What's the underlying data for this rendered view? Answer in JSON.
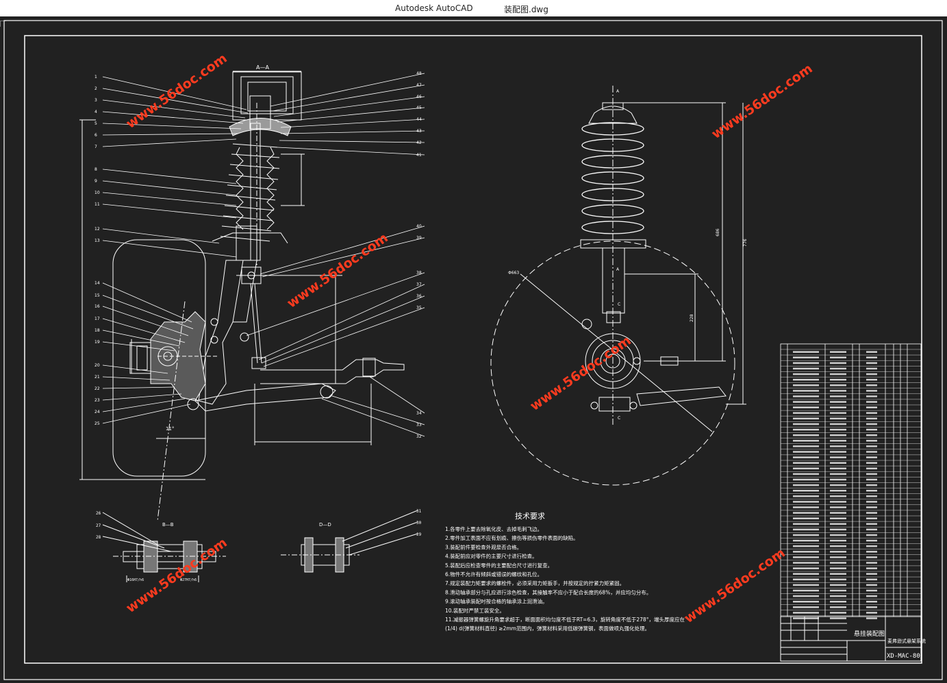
{
  "window": {
    "app_title": "Autodesk AutoCAD",
    "document_title": "装配图.dwg"
  },
  "colors": {
    "background": "#212121",
    "line": "#ffffff",
    "watermark": "#ff3b1f"
  },
  "watermark": "www.56doc.com",
  "tech_requirements": {
    "heading": "技术要求",
    "items": [
      "1.各零件上要去除氧化皮、去掉毛刺飞边。",
      "2.零件加工表面不应有划痕、擦伤等损伤零件表面的缺陷。",
      "3.装配前件要检查外观是否合格。",
      "4.装配前应对零件的主要尺寸进行检查。",
      "5.装配后应检查零件的主要配合尺寸进行复查。",
      "6.物件不允许有倾斜或错误的螺纹和孔位。",
      "7.规定装配力矩要求的螺栓件，必须采用力矩扳手，并按规定的拧紧力矩紧固。",
      "8.滑动轴承部分与孔应进行涂色检查，其接触率不应小于配合长度的68%，并应均匀分布。",
      "9.滚动轴承装配时按合格的轴承涂上润滑油。",
      "10.装配时严禁工装安全。",
      "11.减振器弹簧螺旋升角要求超于，断面面积均匀度不低于RT=6.3，旋转角度不低于278°，端头厚度应在",
      "(1/4) d(弹簧材料直径) ≥2mm范围内，弹簧材料采用低碳弹簧钢，表面做喷丸强化处理。"
    ]
  },
  "title_block": {
    "part_name": "悬挂装配图",
    "design_title": "麦弗逊式悬架系统",
    "drawing_no": "XD-MAC-80"
  },
  "section_labels": [
    "A—A",
    "B—B",
    "D—D"
  ],
  "balloons_left": [
    "1",
    "2",
    "3",
    "4",
    "5",
    "6",
    "7",
    "8",
    "9",
    "10",
    "11",
    "12",
    "13",
    "14",
    "15",
    "16",
    "17",
    "18",
    "19",
    "20",
    "21",
    "22",
    "23",
    "24",
    "25"
  ],
  "balloons_right": [
    "48",
    "47",
    "46",
    "45",
    "44",
    "43",
    "42",
    "41",
    "40",
    "39",
    "38",
    "37",
    "36",
    "35",
    "34",
    "33",
    "32"
  ]
}
